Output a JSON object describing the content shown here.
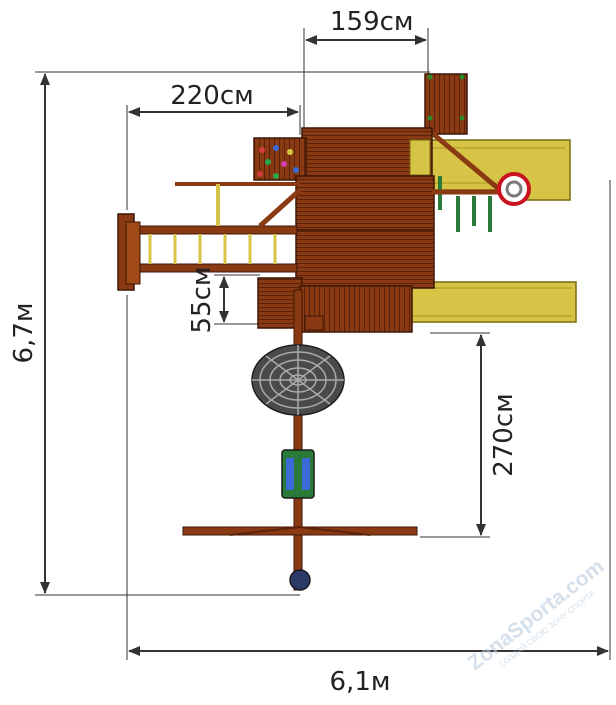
{
  "dimensions": {
    "width_159": "159см",
    "width_220": "220см",
    "height_55": "55см",
    "length_270": "270см",
    "total_height": "6,7м",
    "total_width": "6,1м"
  },
  "watermark": {
    "brand": "ZonaSporta.com",
    "tagline": "СОЗДАЙ СВОЮ ЗОНУ СПОРТА"
  },
  "colors": {
    "wood": "#8a3a12",
    "wood_dark": "#5a2208",
    "slide": "#d7c447",
    "line": "#333333"
  }
}
